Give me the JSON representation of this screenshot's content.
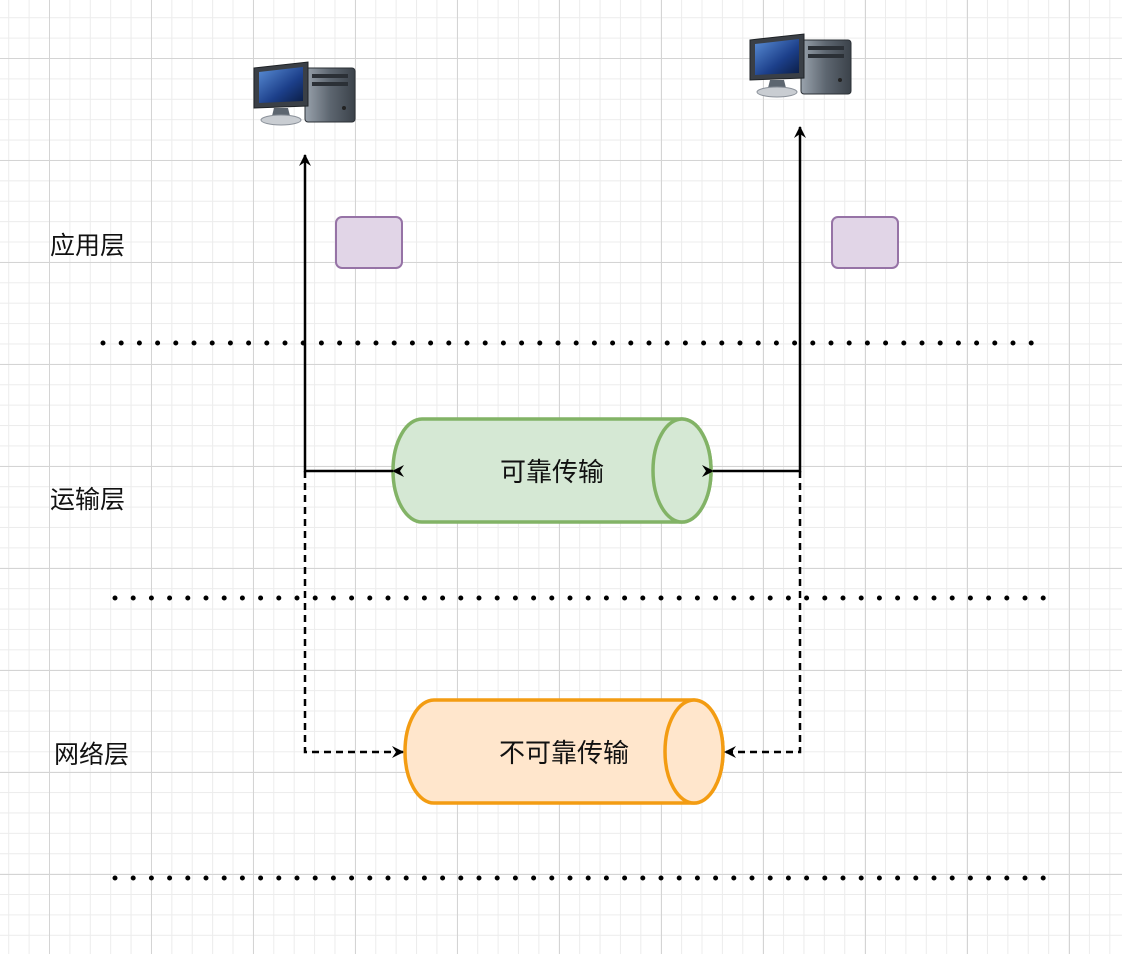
{
  "layers": {
    "application": "应用层",
    "transport": "运输层",
    "network": "网络层"
  },
  "pipes": {
    "reliable": {
      "label": "可靠传输",
      "fill": "#d5e8d4",
      "stroke": "#82b366"
    },
    "unreliable": {
      "label": "不可靠传输",
      "fill": "#ffe6cc",
      "stroke": "#f39c12"
    }
  },
  "messages": {
    "fill": "#e1d5e7",
    "stroke": "#9673a6"
  },
  "icons": {
    "left_host": "computer-icon",
    "right_host": "computer-icon"
  }
}
